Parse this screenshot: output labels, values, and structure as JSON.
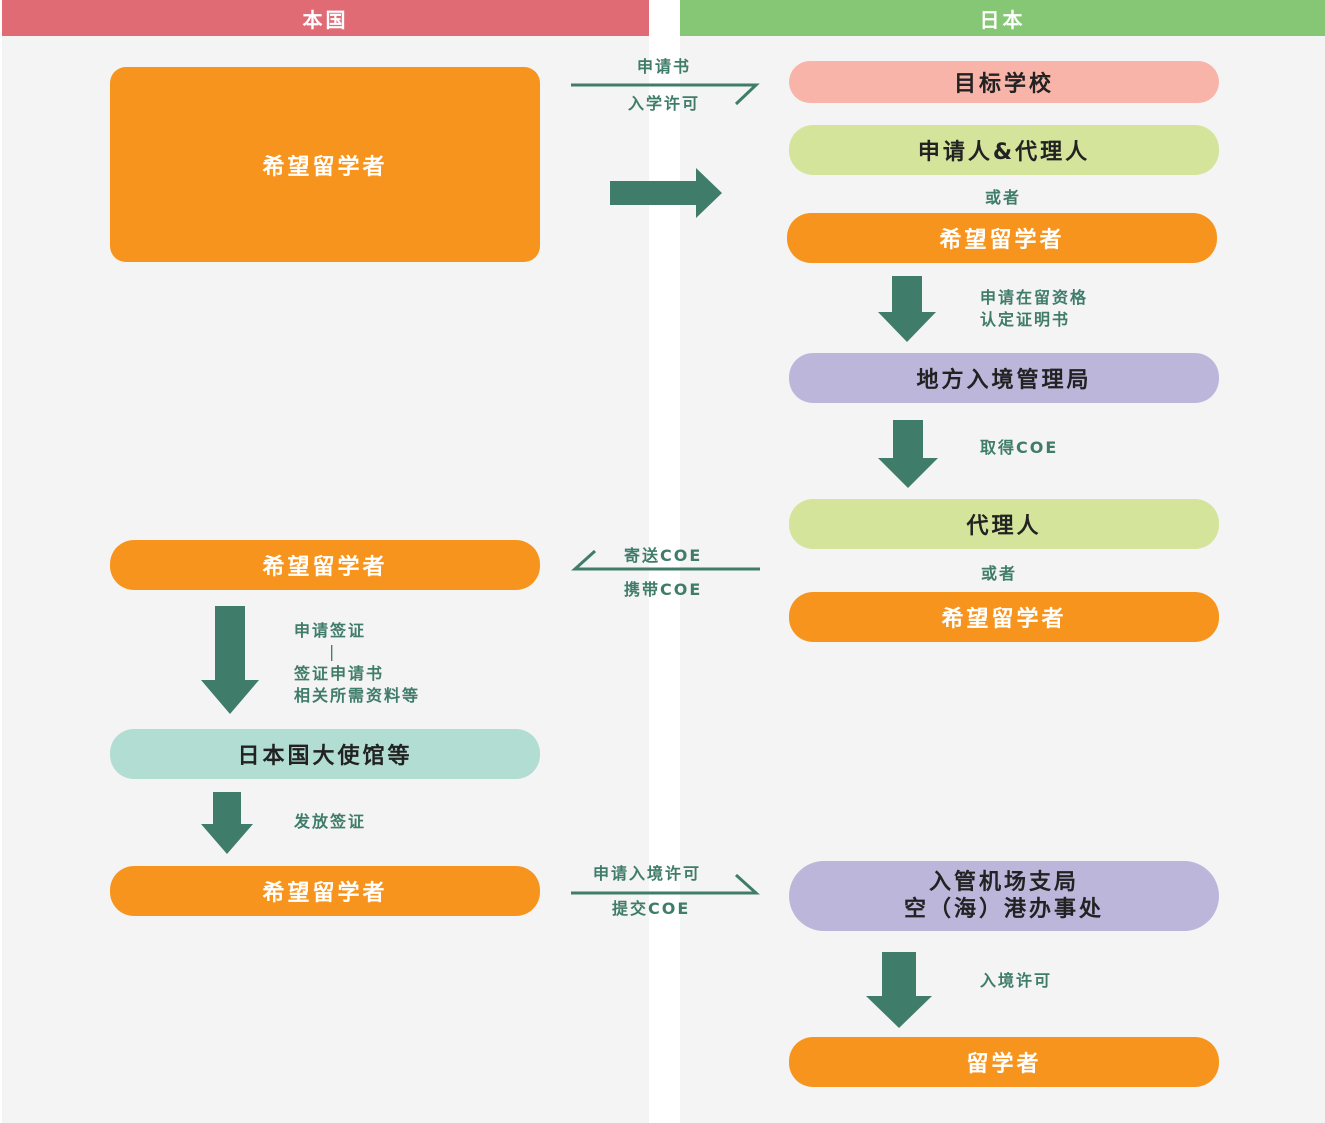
{
  "colors": {
    "home_header": "#e06b75",
    "japan_header": "#85c774",
    "arrow": "#3f7c69",
    "orange": "#f7941d",
    "pink": "#f8b4a8",
    "lime": "#d4e49b",
    "purple": "#bcb6db",
    "mint": "#b2ddd3",
    "panel": "#f4f4f4"
  },
  "headers": {
    "home": "本国",
    "japan": "日本"
  },
  "home": {
    "applicant_main": "希望留学者",
    "applicant_receive": "希望留学者",
    "visa_label_1": "申请签证",
    "visa_label_sep": "|",
    "visa_label_2": "签证申请书",
    "visa_label_3": "相关所需资料等",
    "embassy": "日本国大使馆等",
    "issue_visa_label": "发放签证",
    "applicant_depart": "希望留学者"
  },
  "japan": {
    "target_school": "目标学校",
    "applicant_agent": "申请人&代理人",
    "or_1": "或者",
    "applicant_1": "希望留学者",
    "coe_apply_label_1": "申请在留资格",
    "coe_apply_label_2": "认定证明书",
    "immigration_bureau": "地方入境管理局",
    "get_coe_label": "取得COE",
    "agent": "代理人",
    "or_2": "或者",
    "applicant_2": "希望留学者",
    "airport_line_1": "入管机场支局",
    "airport_line_2": "空（海）港办事处",
    "entry_permit_label": "入境许可",
    "student": "留学者"
  },
  "connectors": {
    "application_form": "申请书",
    "admission_permit": "入学许可",
    "send_coe": "寄送COE",
    "carry_coe": "携带COE",
    "apply_entry": "申请入境许可",
    "submit_coe": "提交COE"
  }
}
